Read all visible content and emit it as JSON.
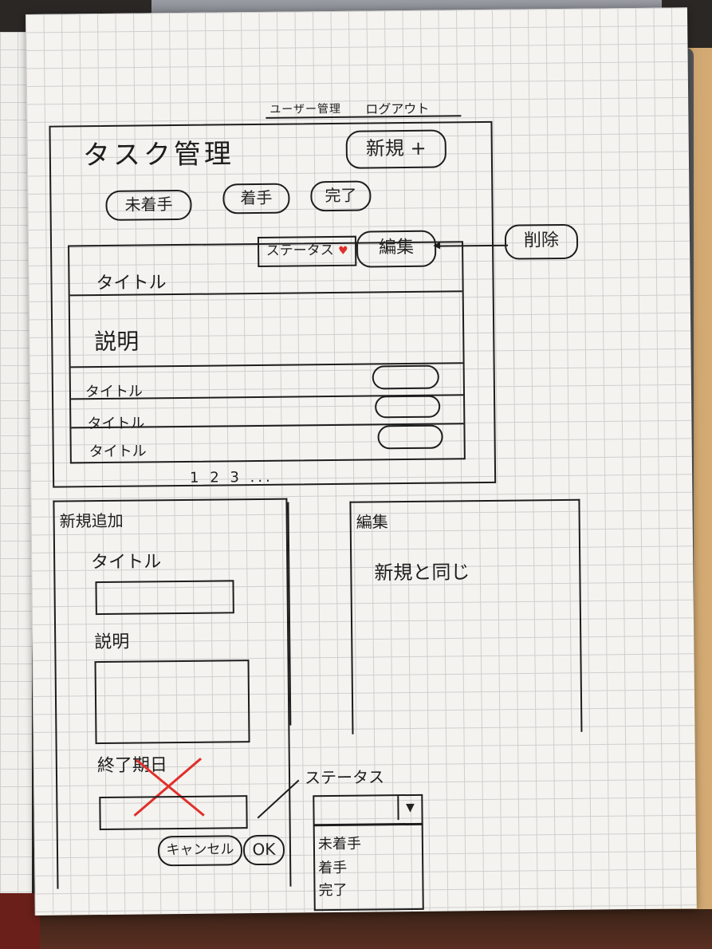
{
  "header": {
    "title": "タスク管理",
    "user_admin": "ユーザー管理",
    "logout": "ログアウト",
    "new_button": "新規 +"
  },
  "status_tabs": [
    "未着手",
    "着手",
    "完了"
  ],
  "task_list": {
    "status_select": "ステータス",
    "edit_button": "編集",
    "delete_label": "削除",
    "expanded": {
      "title": "タイトル",
      "description": "説明"
    },
    "rows": [
      "タイトル",
      "タイトル",
      "タイトル"
    ],
    "pagination": "1 2 3 ..."
  },
  "new_form": {
    "heading": "新規追加",
    "title_label": "タイトル",
    "description_label": "説明",
    "due_label": "終了期日",
    "status_label": "ステータス",
    "status_options": [
      "未着手",
      "着手",
      "完了"
    ],
    "cancel_button": "キャンセル",
    "ok_button": "OK"
  },
  "edit_panel": {
    "heading": "編集",
    "note": "新規と同じ"
  },
  "colors": {
    "ink": "#1d1d1d",
    "red_mark": "#e0302b",
    "paper": "#f4f3ef"
  }
}
